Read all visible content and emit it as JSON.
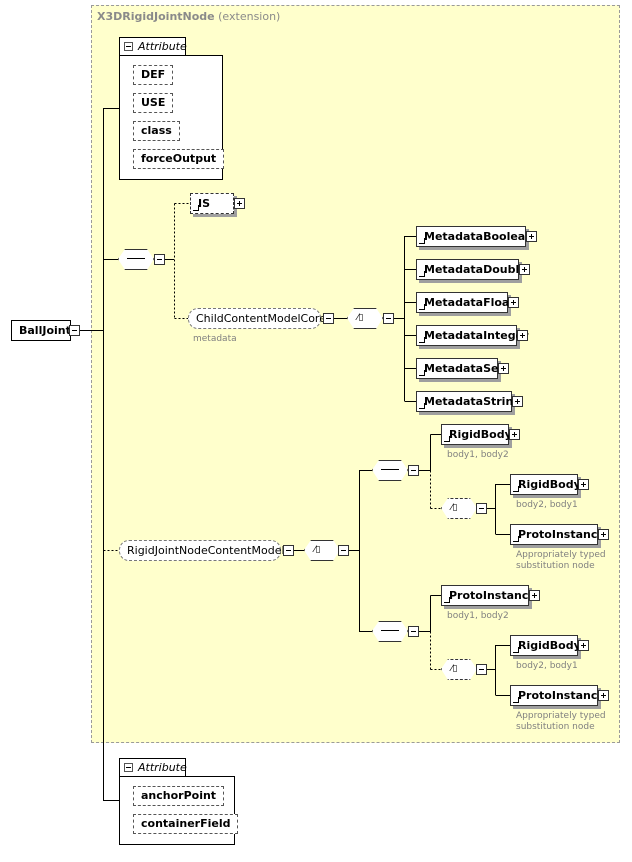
{
  "diagram": {
    "root_element": "BallJoint",
    "extension": {
      "base": "X3DRigidJointNode",
      "suffix": "(extension)"
    },
    "base_attributes": {
      "title": "Attribute",
      "items": [
        "DEF",
        "USE",
        "class",
        "forceOutput"
      ]
    },
    "is_element": "IS",
    "child_content_group": {
      "name": "ChildContentModelCore",
      "note": "metadata"
    },
    "metadata_choices": [
      "MetadataBoolean",
      "MetadataDouble",
      "MetadataFloat",
      "MetadataInteger",
      "MetadataSet",
      "MetadataString"
    ],
    "rigid_group": {
      "name": "RigidJointNodeContentModel"
    },
    "seq1": {
      "first": {
        "name": "RigidBody",
        "note": "body1, body2"
      },
      "choice": [
        {
          "name": "RigidBody",
          "note": "body2, body1"
        },
        {
          "name": "ProtoInstance",
          "note": "Appropriately typed substitution node"
        }
      ]
    },
    "seq2": {
      "first": {
        "name": "ProtoInstance",
        "note": "body1, body2"
      },
      "choice": [
        {
          "name": "RigidBody",
          "note": "body2, body1"
        },
        {
          "name": "ProtoInstance",
          "note": "Appropriately typed substitution node"
        }
      ]
    },
    "own_attributes": {
      "title": "Attribute",
      "items": [
        "anchorPoint",
        "containerField"
      ]
    }
  }
}
